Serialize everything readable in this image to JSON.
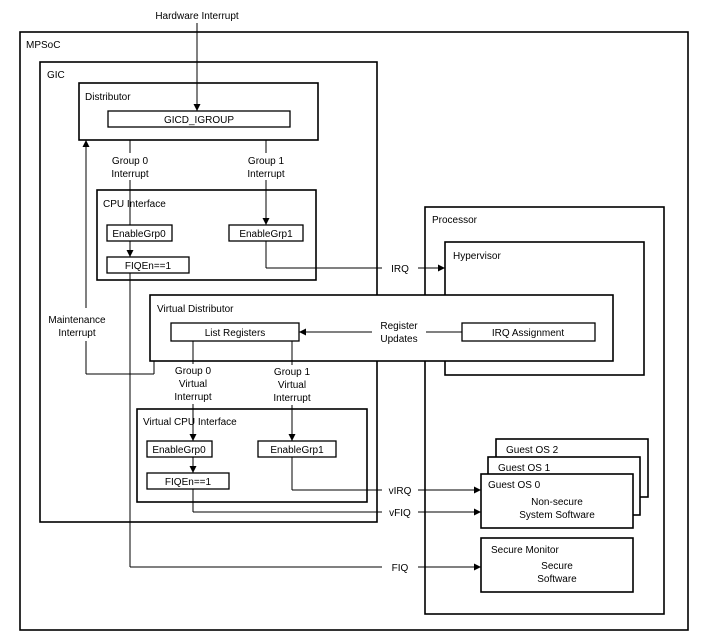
{
  "labels": {
    "hardware_interrupt": "Hardware Interrupt",
    "mpsoc": "MPSoC",
    "gic": "GIC",
    "distributor": "Distributor",
    "gicd_igroup": "GICD_IGROUP",
    "group0_interrupt": [
      "Group 0",
      "Interrupt"
    ],
    "group1_interrupt": [
      "Group 1",
      "Interrupt"
    ],
    "cpu_interface": "CPU Interface",
    "enable_grp0": "EnableGrp0",
    "enable_grp1": "EnableGrp1",
    "fiqen": "FIQEn==1",
    "maintenance_interrupt": [
      "Maintenance",
      "Interrupt"
    ],
    "virtual_distributor": "Virtual Distributor",
    "list_registers": "List Registers",
    "register_updates": [
      "Register",
      "Updates"
    ],
    "irq_assignment": "IRQ Assignment",
    "group0_virtual_interrupt": [
      "Group 0",
      "Virtual",
      "Interrupt"
    ],
    "group1_virtual_interrupt": [
      "Group 1",
      "Virtual",
      "Interrupt"
    ],
    "virtual_cpu_interface": "Virtual CPU Interface",
    "v_enable_grp0": "EnableGrp0",
    "v_enable_grp1": "EnableGrp1",
    "v_fiqen": "FIQEn==1",
    "processor": "Processor",
    "hypervisor": "Hypervisor",
    "irq": "IRQ",
    "virq": "vIRQ",
    "vfiq": "vFIQ",
    "fiq": "FIQ",
    "guest_os_2": "Guest OS 2",
    "guest_os_1": "Guest OS 1",
    "guest_os_0": "Guest OS 0",
    "nonsecure_sw": [
      "Non-secure",
      "System Software"
    ],
    "secure_monitor": "Secure Monitor",
    "secure_sw": [
      "Secure",
      "Software"
    ]
  }
}
